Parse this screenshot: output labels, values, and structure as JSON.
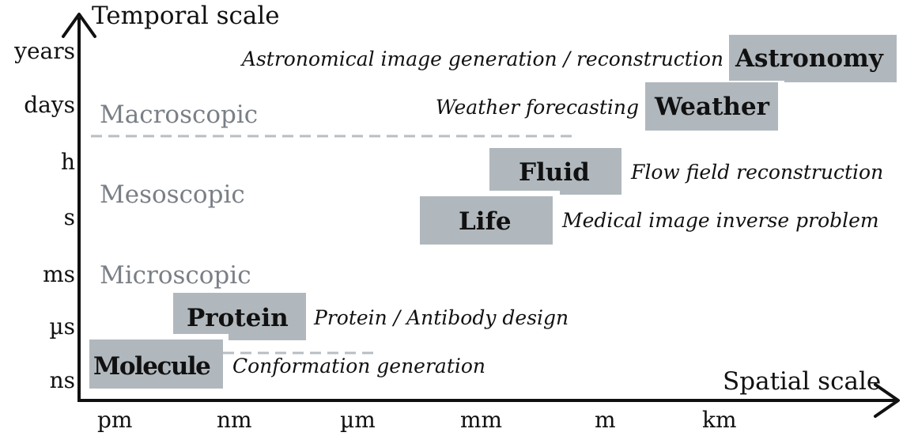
{
  "axes": {
    "y_title": "Temporal scale",
    "x_title": "Spatial scale",
    "y_ticks": [
      "years",
      "days",
      "h",
      "s",
      "ms",
      "µs",
      "ns"
    ],
    "x_ticks": [
      "pm",
      "nm",
      "µm",
      "mm",
      "m",
      "km"
    ]
  },
  "scales": {
    "macroscopic": "Macroscopic",
    "mesoscopic": "Mesoscopic",
    "microscopic": "Microscopic"
  },
  "domains": {
    "astronomy": {
      "label": "Astronomy",
      "task": "Astronomical image generation / reconstruction"
    },
    "weather": {
      "label": "Weather",
      "task": "Weather forecasting"
    },
    "fluid": {
      "label": "Fluid",
      "task": "Flow field reconstruction"
    },
    "life": {
      "label": "Life",
      "task": "Medical image inverse problem"
    },
    "protein": {
      "label": "Protein",
      "task": "Protein / Antibody design"
    },
    "molecule": {
      "label": "Molecule",
      "task": "Conformation generation"
    }
  },
  "colors": {
    "box": "#b1b8bd",
    "scale_text": "#7a7f86",
    "axis": "#111111",
    "dashed": "#b9bec2"
  }
}
